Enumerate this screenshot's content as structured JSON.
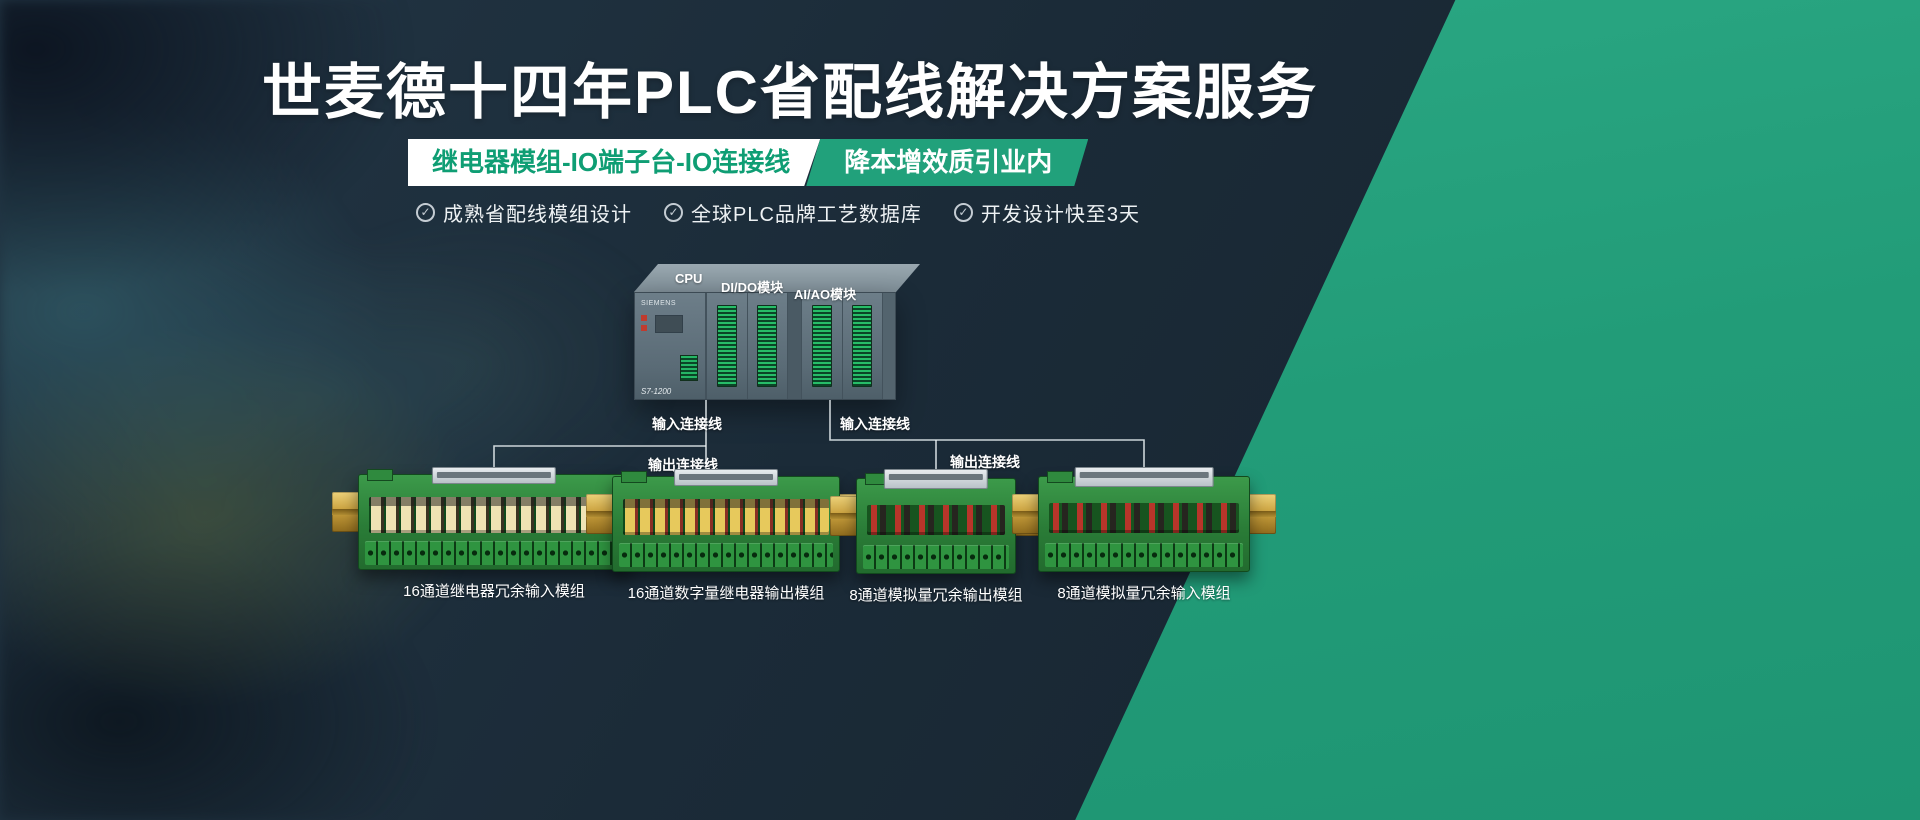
{
  "page": {
    "title": "世麦德十四年PLC省配线解决方案服务"
  },
  "ribbons": {
    "white": "继电器模组-IO端子台-IO连接线",
    "green": "降本增效质引业内"
  },
  "features": [
    {
      "label": "成熟省配线模组设计"
    },
    {
      "label": "全球PLC品牌工艺数据库"
    },
    {
      "label": "开发设计快至3天"
    }
  ],
  "plc": {
    "labels": {
      "cpu": "CPU",
      "dido": "DI/DO模块",
      "aiao": "AI/AO模块"
    },
    "brand": "SIEMENS",
    "model": "S7-1200"
  },
  "connections": {
    "input_left": "输入连接线",
    "output_left": "输出连接线",
    "input_right": "输入连接线",
    "output_right": "输出连接线"
  },
  "modules": [
    {
      "caption": "16通道继电器冗余输入模组",
      "channels": 16
    },
    {
      "caption": "16通道数字量继电器输出模组",
      "channels": 16
    },
    {
      "caption": "8通道模拟量冗余输出模组",
      "channels": 8
    },
    {
      "caption": "8通道模拟量冗余输入模组",
      "channels": 8
    }
  ],
  "icons": {
    "check": "check-circle-icon"
  },
  "colors": {
    "accent_green": "#21a17b",
    "panel_green": "#229c78",
    "background_dark": "#1b2b38",
    "pcb_green": "#2a7c37",
    "rail_gold": "#caa13e",
    "white_ribbon_text": "#0f9e74"
  }
}
